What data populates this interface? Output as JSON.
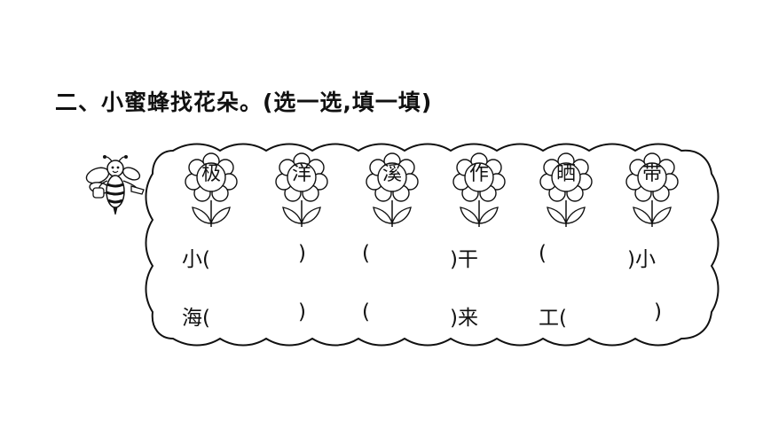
{
  "title": "二、小蜜蜂找花朵。(选一选,填一填)",
  "flowers": [
    "极",
    "洋",
    "溪",
    "作",
    "晒",
    "带"
  ],
  "phrases": {
    "r1": [
      "小(",
      ")",
      "(",
      ")干",
      "(",
      ")小"
    ],
    "r2": [
      "海(",
      ")",
      "(",
      ")来",
      "工(",
      ")"
    ]
  }
}
